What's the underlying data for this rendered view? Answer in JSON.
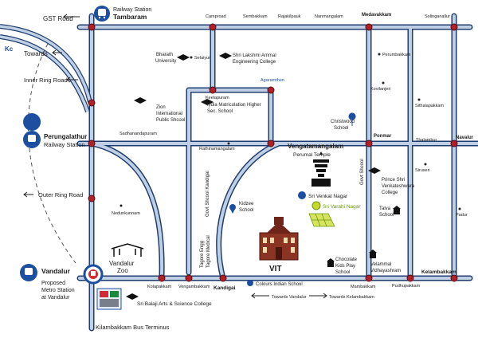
{
  "roads": {
    "gst_road": "GST Road",
    "towards": "Towards",
    "kc_badge": "Kc",
    "inner_ring_road": "Inner Ring Road",
    "outer_ring_road": "Outer Ring Road",
    "towards_vandalur": "Towards Vandalur",
    "towards_kelambakkam": "Towards Kelambakkam"
  },
  "stations": {
    "tambaram_line1": "Railway Station",
    "tambaram_line2": "Tambaram",
    "perungalathur_line1": "Perungalathur",
    "perungalathur_line2": "Railway Station",
    "vandalur_title": "Vandalur",
    "vandalur_line1": "Proposed",
    "vandalur_line2": "Metro Station",
    "vandalur_line3": "at Vandalur"
  },
  "places": {
    "camproad": "Camproad",
    "sembakkam": "Sembakkam",
    "rajakilpauk": "Rajakilpauk",
    "nanmangalam": "Nanmangalam",
    "medavakkam": "Medavakkam",
    "solinganallur": "Solinganallur",
    "perumbakkam": "Perumbakkam",
    "selaiyur": "Selaiyur",
    "kovilanjeri": "Kovilanjeri",
    "agaramthen": "Agaramthen",
    "keelapuram": "Keelapuram",
    "sadhanandapuram": "Sadhanandapuram",
    "sithalapakkam": "Sithalapakkam",
    "ponmar": "Ponmar",
    "thalambur": "Thalambur",
    "navalur": "Navalur",
    "rathinamangalam": "Rathinamangalam",
    "vengatamangalam": "Vengatamangalam",
    "perumal_temple": "Perumal Temple",
    "siruseri": "Siruseri",
    "nedunkunnam": "Nedunkunnam",
    "padur": "Padur",
    "vandalur_zoo_line1": "Vandalur",
    "vandalur_zoo_line2": "Zoo",
    "kandigai": "Kandigai",
    "kolapakkam": "Kolapakkam",
    "vengambakkam": "Vengambakkam",
    "mambakkam": "Mambakkam",
    "pudhupakkam": "Pudhupakkam",
    "kelambakkam": "Kelambakkam",
    "bus_terminus": "Kilambakkam Bus Terminus"
  },
  "institutions": {
    "bharath_line1": "Bharath",
    "bharath_line2": "University",
    "lakshmi_line1": "Shri Lakshmi Ammal",
    "lakshmi_line2": "Engineering College",
    "zion_line1": "Zion",
    "zion_line2": "International",
    "zion_line3": "Public Shcool",
    "iydia_line1": "Iydia Matriculation Higher",
    "iydia_line2": "Sec. School",
    "christwood_line1": "Christwood",
    "christwood_line2": "School",
    "prince_line1": "Prince Shri",
    "prince_line2": "Venkateshwara",
    "prince_line3": "College",
    "talva_line1": "Talva",
    "talva_line2": "School",
    "kidzee_line1": "Kidzee",
    "kidzee_line2": "School",
    "chocolate_line1": "Chocolate",
    "chocolate_line2": "Kids Play",
    "chocolate_line3": "School",
    "velammal_line1": "Velammal",
    "velammal_line2": "Vidhayashram",
    "colours_school": "Colours Indian School",
    "balaji_college": "Sri Balaji Arts & Science College"
  },
  "roads_vertical": {
    "govt_shcool_kandigai": "Govt Shcool Kandigai",
    "tagore_engg": "Tagore Engg",
    "tagore_medical": "Tagore Medical",
    "govt_shcool": "Govt Shcool"
  },
  "markers": {
    "sri_venkat_nagar": "Sri Venkat Nagar",
    "sri_varahi_nagar": "Sri Varahi Nagar",
    "vit_label": "VIT"
  },
  "colors": {
    "road_fill": "#bfd0e6",
    "road_edge": "#1f3e6e",
    "junction": "#b0202a",
    "station_blue": "#1c4fa0",
    "pin_blue": "#1c4fa0",
    "vit_building": "#7a2a1e",
    "plot_marker": "#c6d82c",
    "plot_label": "#6a9a10"
  },
  "icons": {
    "station": "train-station-icon",
    "graduation": "graduation-cap-icon",
    "school": "school-building-icon",
    "pin": "map-pin-icon",
    "temple": "temple-icon",
    "zoo": "zoo-gate-icon",
    "bus": "bus-terminus-icon",
    "metro": "metro-station-icon"
  }
}
